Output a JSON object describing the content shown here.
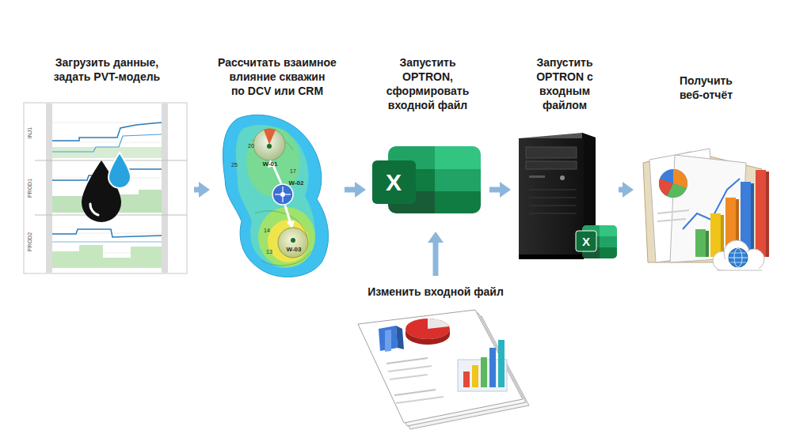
{
  "diagram": {
    "nodes": [
      {
        "text": [
          "Загрузить данные, задать PVT-модель"
        ]
      },
      {
        "text": [
          "Рассчитать взаимное влияние скважин по DCV или CRM"
        ]
      },
      {
        "text": [
          "Запустить OPTRON, сформировать входной файл"
        ]
      },
      {
        "text": [
          "Запустить OPTRON с входным файлом"
        ]
      },
      {
        "text": [
          "Получить веб-отчёт"
        ]
      },
      {
        "text": [
          "Изменить входной файл"
        ]
      }
    ],
    "edges": [
      {
        "from": 0,
        "to": 1,
        "arrow": "to"
      },
      {
        "from": 1,
        "to": 2,
        "arrow": "to"
      },
      {
        "from": 2,
        "to": 3,
        "arrow": "to"
      },
      {
        "from": 3,
        "to": 4,
        "arrow": "to"
      },
      {
        "from": 5,
        "to": 2,
        "arrow": "to"
      }
    ],
    "labels": [
      "INJ1",
      "PROD1",
      "PROD2",
      "W-01",
      "W-02",
      "W-03",
      "20",
      "25",
      "17",
      "14",
      "13",
      "X",
      "X"
    ]
  }
}
